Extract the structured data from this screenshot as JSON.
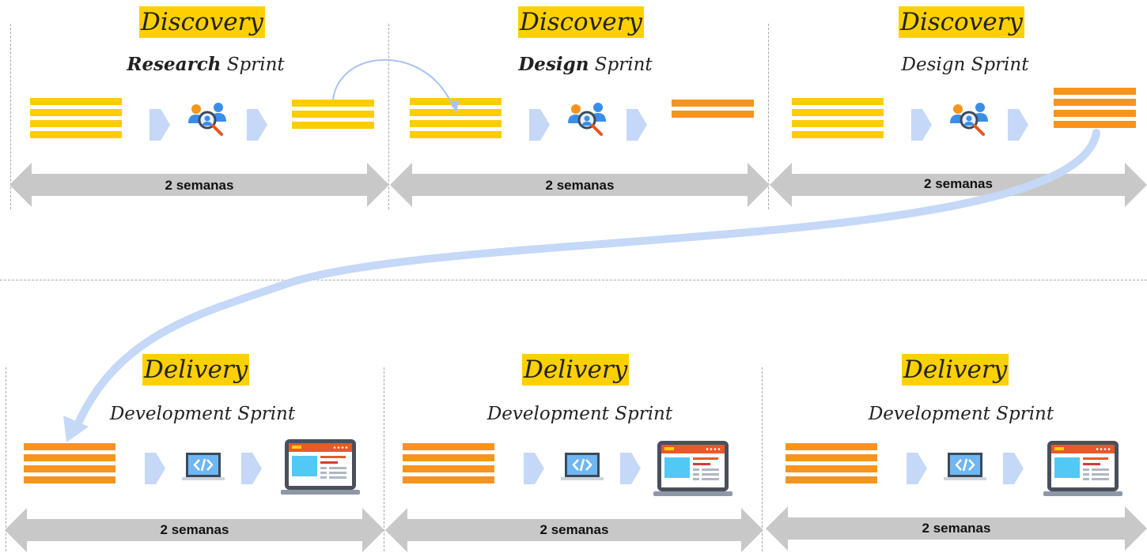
{
  "phases": [
    {
      "title": "Discovery",
      "sprint_bold": "Research",
      "sprint_rest": " Sprint",
      "duration": "2 semanas"
    },
    {
      "title": "Discovery",
      "sprint_bold": "Design",
      "sprint_rest": " Sprint",
      "duration": "2 semanas"
    },
    {
      "title": "Discovery",
      "sprint_bold": "",
      "sprint_rest": "Design Sprint",
      "duration": "2 semanas"
    },
    {
      "title": "Delivery",
      "sprint_bold": "",
      "sprint_rest": "Development Sprint",
      "duration": "2 semanas"
    },
    {
      "title": "Delivery",
      "sprint_bold": "",
      "sprint_rest": "Development Sprint",
      "duration": "2 semanas"
    },
    {
      "title": "Delivery",
      "sprint_bold": "",
      "sprint_rest": "Development Sprint",
      "duration": "2 semanas"
    }
  ],
  "colors": {
    "highlight": "#ffd000",
    "backlog_yellow": "#ffcc00",
    "backlog_orange": "#f7941d",
    "timeline_arrow": "#c8c8c8",
    "flow_arrow": "#c5d8f7",
    "divider": "#a8a8a8"
  },
  "icons": [
    "research-icon",
    "code-icon",
    "laptop-icon"
  ]
}
